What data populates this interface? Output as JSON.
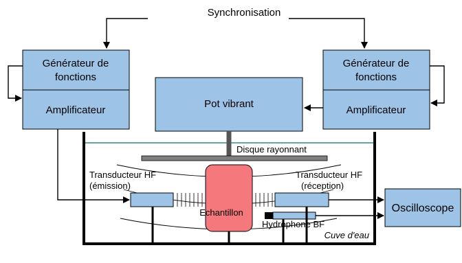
{
  "diagram": {
    "synchronisation": "Synchronisation",
    "generator_left": {
      "line1": "Générateur de",
      "line2": "fonctions"
    },
    "generator_right": {
      "line1": "Générateur de",
      "line2": "fonctions"
    },
    "amplifier_left": "Amplificateur",
    "amplifier_right": "Amplificateur",
    "shaker": "Pot vibrant",
    "radiating_disk": "Disque rayonnant",
    "transducer_emit": {
      "line1": "Transducteur HF",
      "line2": "(émission)"
    },
    "transducer_recv": {
      "line1": "Transducteur HF",
      "line2": "(réception)"
    },
    "sample": "Echantillon",
    "hydrophone": "Hydrophone BF",
    "tank": "Cuve d'eau",
    "oscilloscope": "Oscilloscope",
    "colors": {
      "box_fill": "#9dc3e6",
      "sample_fill": "#f4787c",
      "water_line": "#2e8b8b",
      "disk_fill": "#7f7f7f"
    }
  }
}
